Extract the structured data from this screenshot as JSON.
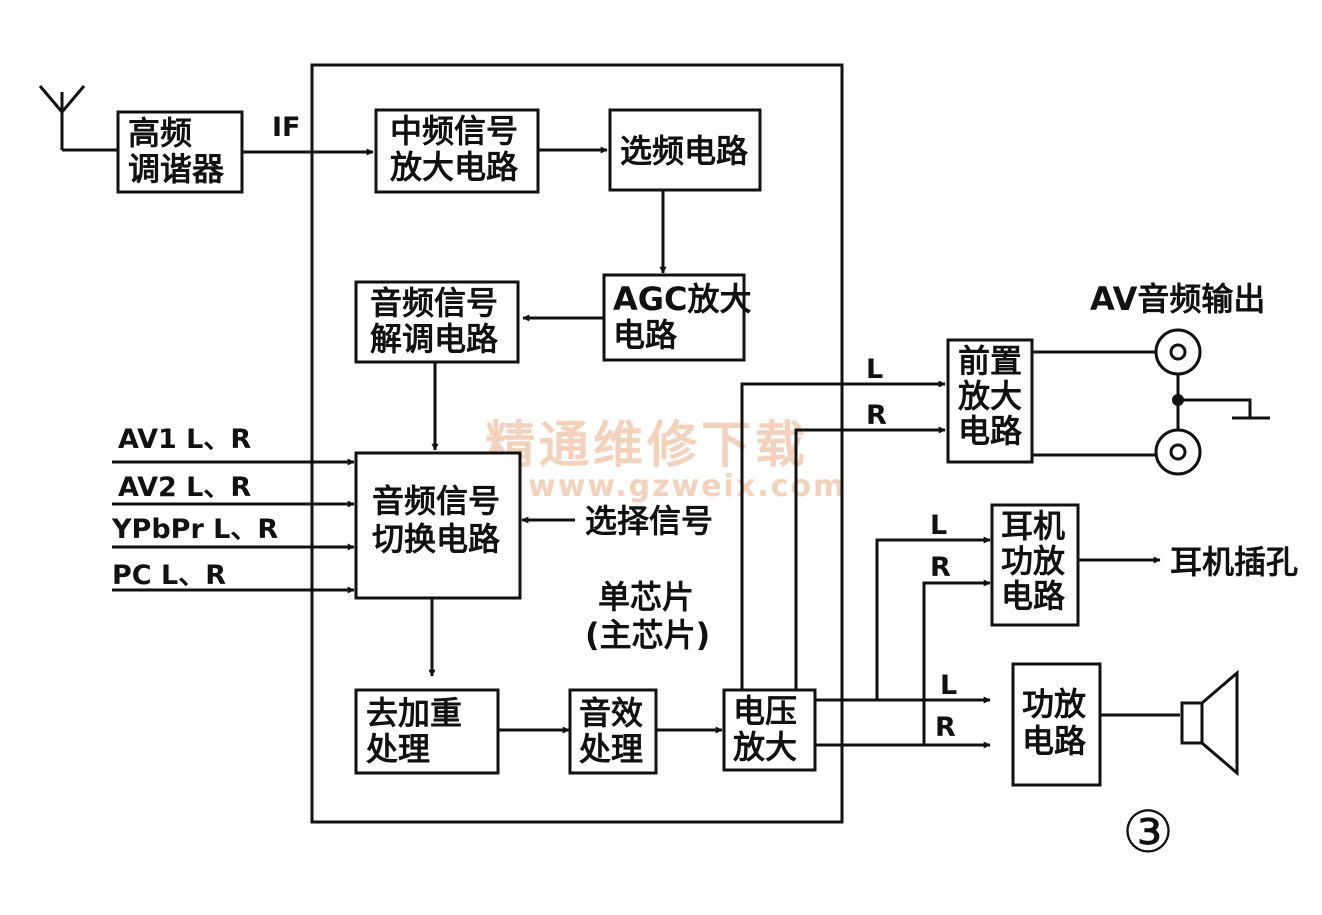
{
  "blocks": {
    "rf_tuner": [
      "高频",
      "调谐器"
    ],
    "if_amp": [
      "中频信号",
      "放大电路"
    ],
    "freq_select": [
      "选频电路"
    ],
    "agc_amp": [
      "AGC放大",
      "电路"
    ],
    "audio_demod": [
      "音频信号",
      "解调电路"
    ],
    "audio_switch": [
      "音频信号",
      "切换电路"
    ],
    "deemphasis": [
      "去加重",
      "处理"
    ],
    "sound_effect": [
      "音效",
      "处理"
    ],
    "voltage_amp": [
      "电压",
      "放大"
    ],
    "preamp": [
      "前置",
      "放大",
      "电路"
    ],
    "headphone_amp": [
      "耳机",
      "功放",
      "电路"
    ],
    "power_amp": [
      "功放",
      "电路"
    ]
  },
  "labels": {
    "if": "IF",
    "av1": "AV1 L、R",
    "av2": "AV2 L、R",
    "ypbpr": "YPbPr L、R",
    "pc": "PC L、R",
    "select_signal": "选择信号",
    "chip_line1": "单芯片",
    "chip_line2": "(主芯片)",
    "av_output": "AV音频输出",
    "headphone_jack": "耳机插孔",
    "l": "L",
    "r": "R",
    "figure_number": "③"
  },
  "watermark": {
    "title": "精通维修下载",
    "url": "www.gzweix.com",
    "color": "#f3c9b0"
  }
}
